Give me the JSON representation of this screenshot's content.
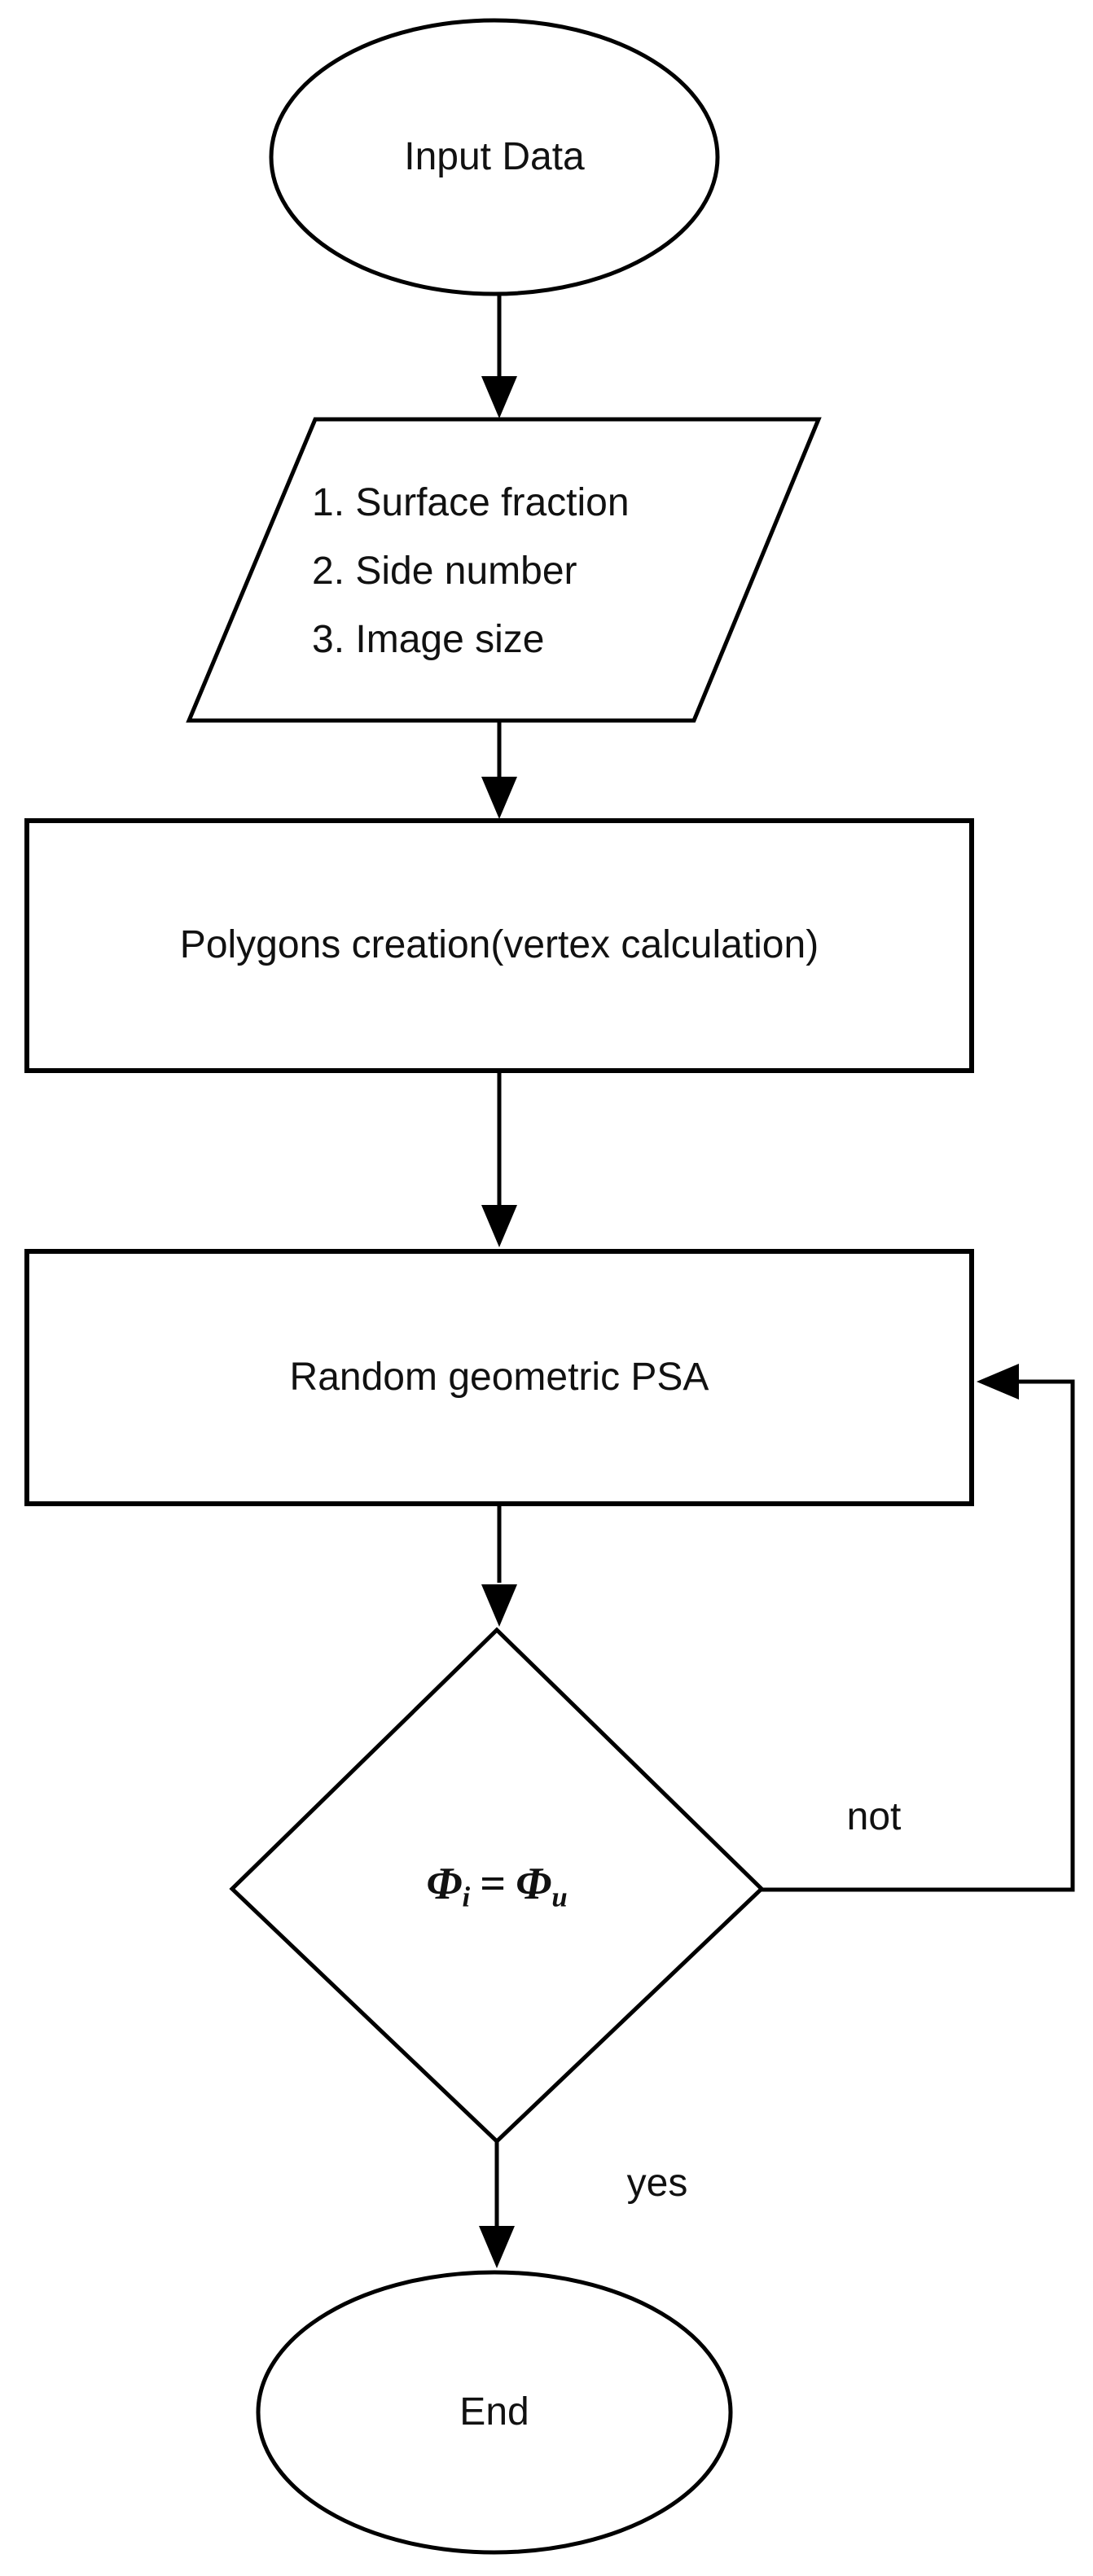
{
  "flowchart": {
    "start": {
      "label": "Input Data"
    },
    "input": {
      "items": [
        "1. Surface fraction",
        "2. Side number",
        "3. Image size"
      ]
    },
    "process1": {
      "label": "Polygons creation(vertex calculation)"
    },
    "process2": {
      "label": "Random geometric PSA"
    },
    "decision": {
      "phi_symbol": "Φ",
      "sub_left": "i",
      "operator": "=",
      "sub_right": "u"
    },
    "edges": {
      "no_label": "not",
      "yes_label": "yes"
    },
    "end": {
      "label": "End"
    },
    "colors": {
      "stroke": "#000000",
      "text": "#111111",
      "background": "#ffffff"
    }
  }
}
